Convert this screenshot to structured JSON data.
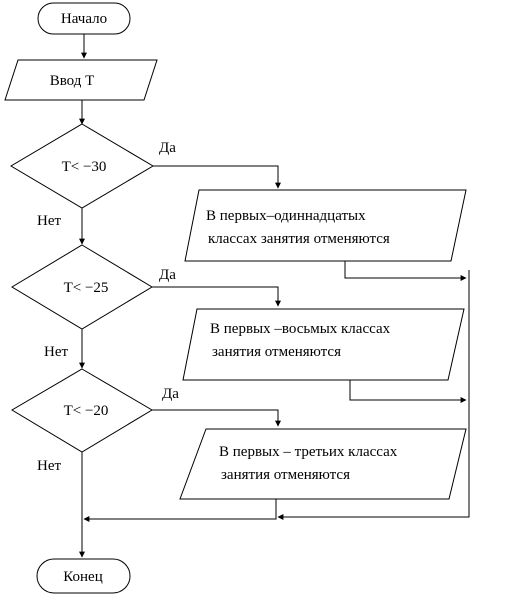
{
  "flowchart": {
    "start": "Начало",
    "input": "Ввод  T",
    "conditions": [
      {
        "text": "T< −30",
        "yes": "Да",
        "no": "Нет"
      },
      {
        "text": "T< −25",
        "yes": "Да",
        "no": "Нет"
      },
      {
        "text": "T< −20",
        "yes": "Да",
        "no": "Нет"
      }
    ],
    "outputs": [
      {
        "line1": "В первых–одиннадцатых",
        "line2": "классах занятия отменяются"
      },
      {
        "line1": "В первых –восьмых классах",
        "line2": "занятия отменяются"
      },
      {
        "line1": "В первых – третьих классах",
        "line2": "занятия отменяются"
      }
    ],
    "end": "Конец"
  }
}
